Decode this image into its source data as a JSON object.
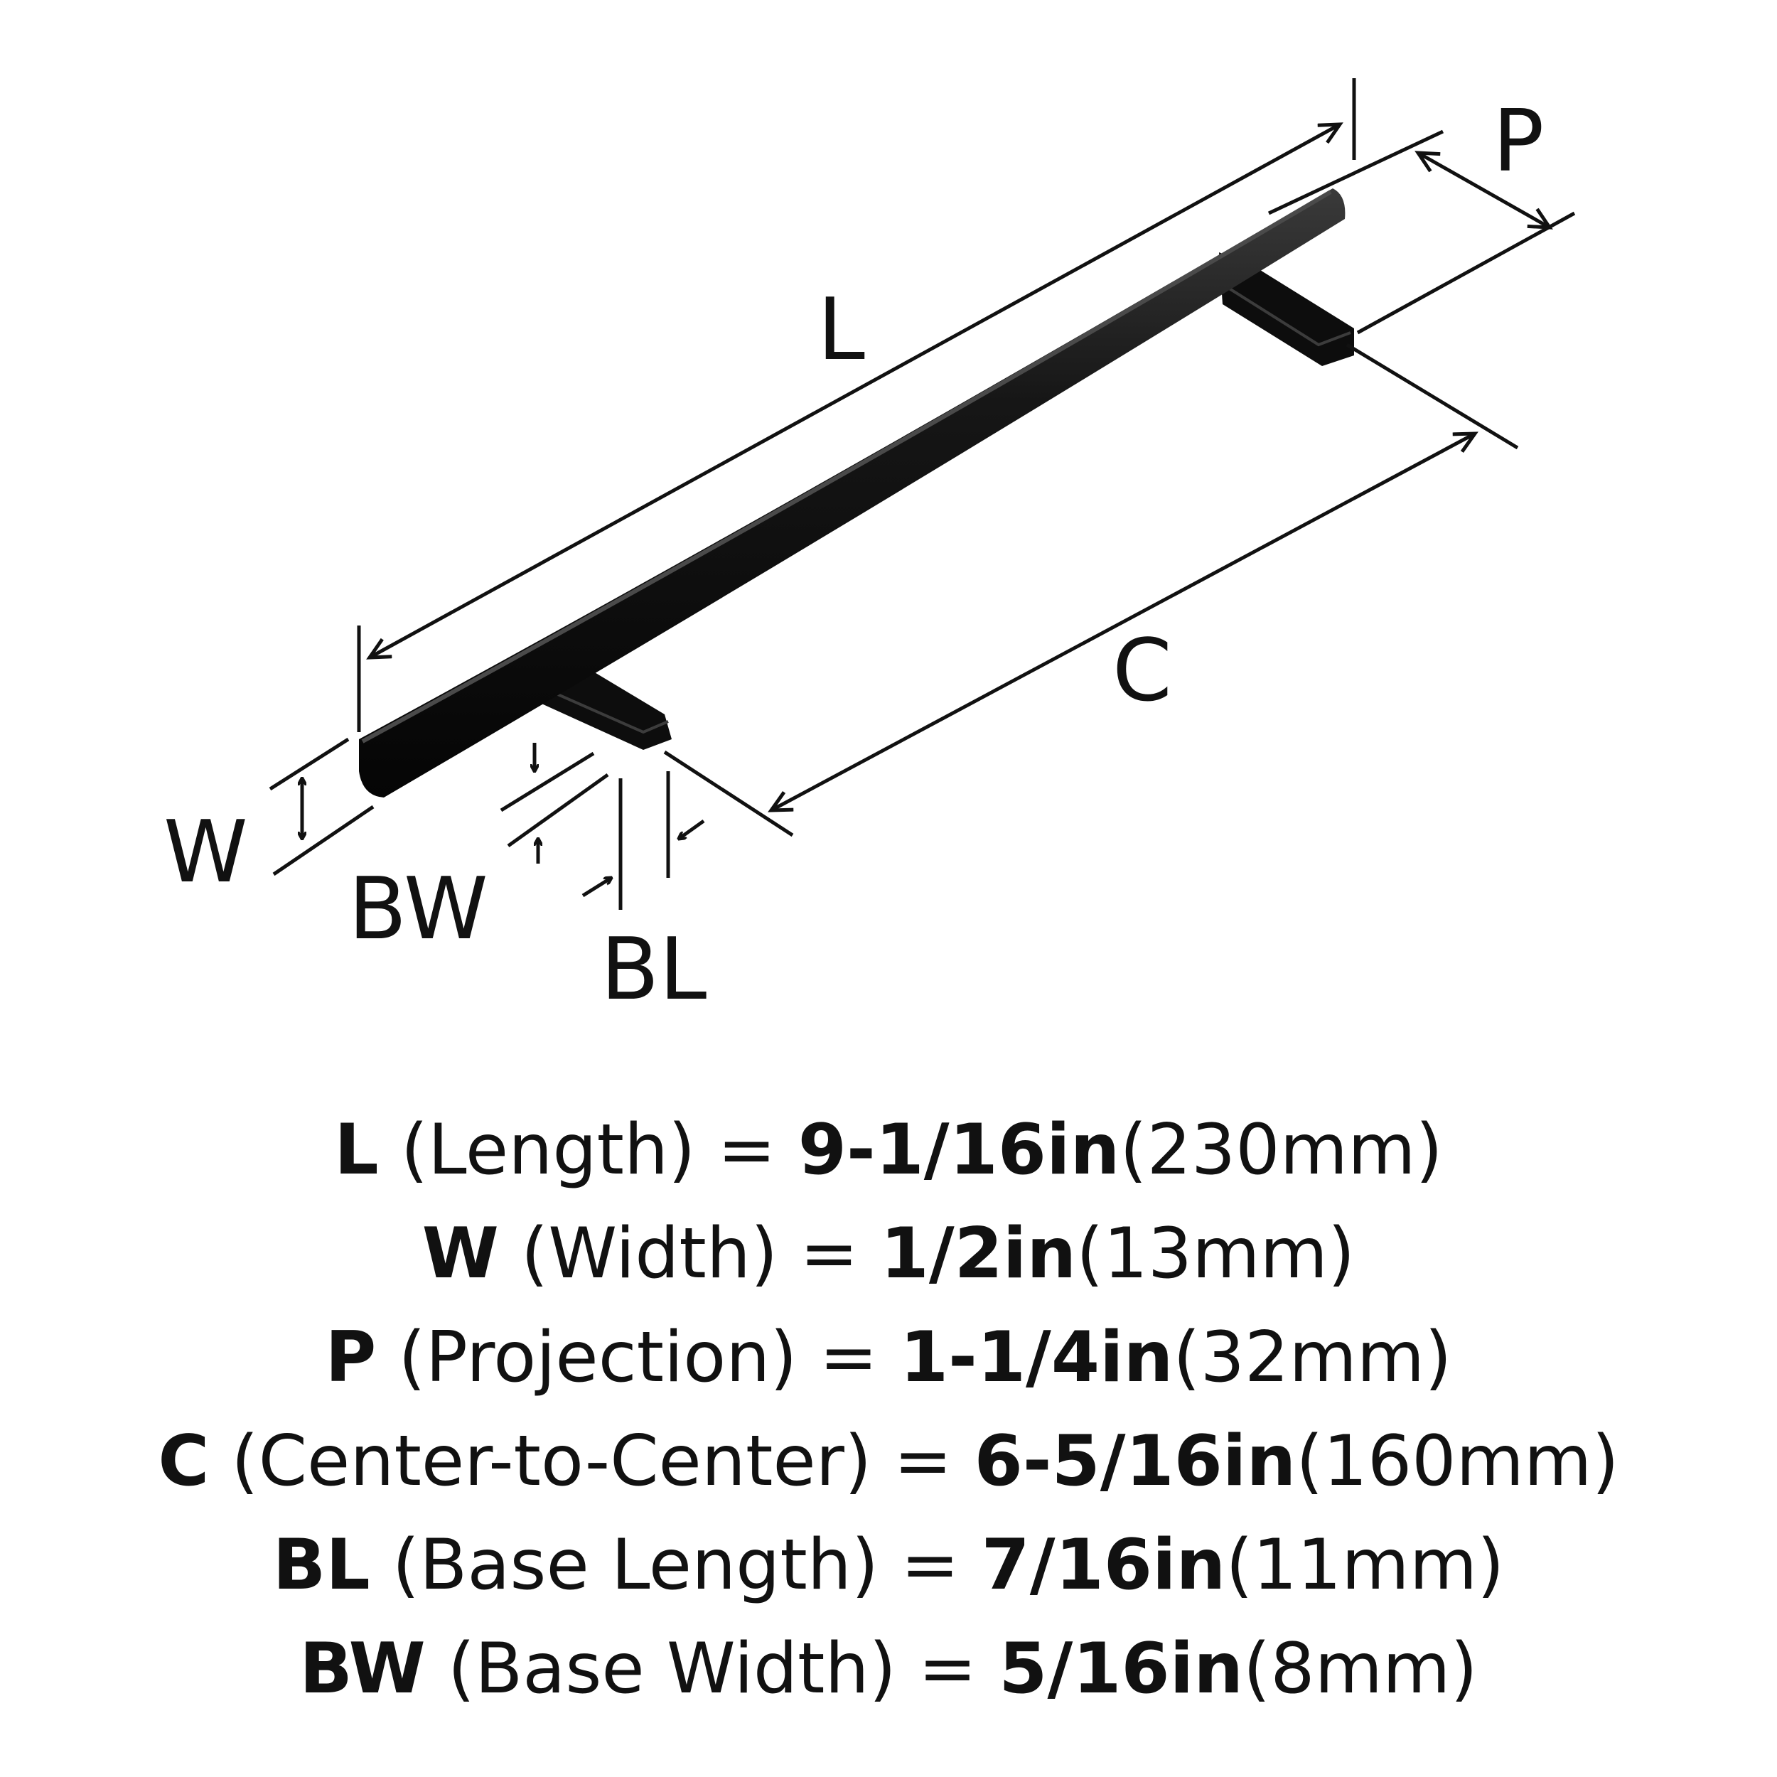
{
  "colors": {
    "ink": "#111111",
    "handle": "#141414",
    "background": "#ffffff"
  },
  "diagram_labels": {
    "length": "L",
    "projection": "P",
    "center": "C",
    "width": "W",
    "base_width": "BW",
    "base_length": "BL"
  },
  "specs": [
    {
      "symbol": "L",
      "desc": "(Length)",
      "eq": "=",
      "imperial": "9-1/16in",
      "metric": "(230mm)"
    },
    {
      "symbol": "W",
      "desc": "(Width)",
      "eq": "=",
      "imperial": "1/2in",
      "metric": "(13mm)"
    },
    {
      "symbol": "P",
      "desc": "(Projection)",
      "eq": "=",
      "imperial": "1-1/4in",
      "metric": "(32mm)"
    },
    {
      "symbol": "C",
      "desc": "(Center-to-Center)",
      "eq": "=",
      "imperial": "6-5/16in",
      "metric": "(160mm)"
    },
    {
      "symbol": "BL",
      "desc": "(Base Length)",
      "eq": "=",
      "imperial": "7/16in",
      "metric": "(11mm)"
    },
    {
      "symbol": "BW",
      "desc": "(Base Width)",
      "eq": "=",
      "imperial": "5/16in",
      "metric": "(8mm)"
    }
  ]
}
